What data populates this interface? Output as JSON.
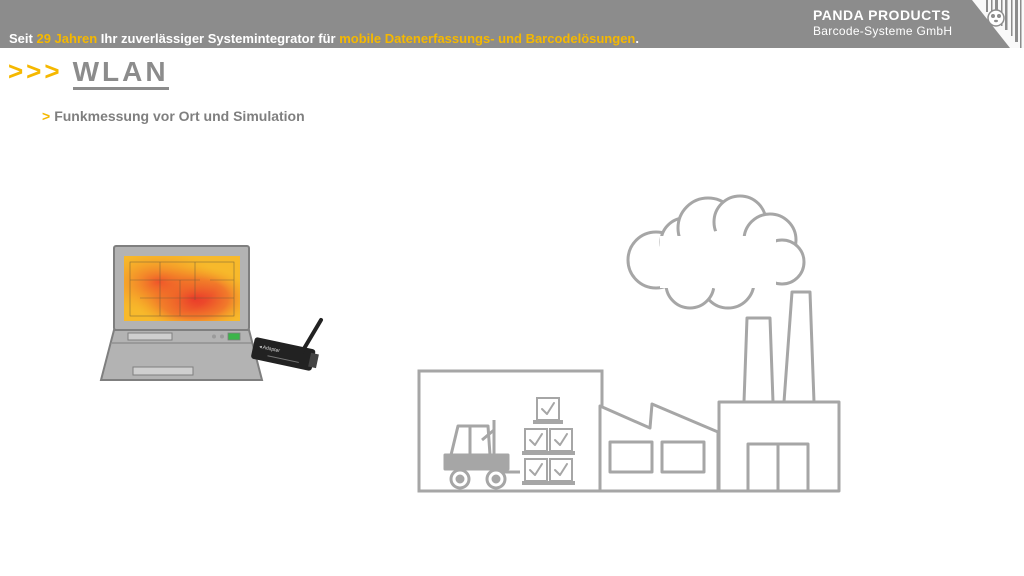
{
  "header": {
    "tagline": [
      {
        "text": "Seit ",
        "highlight": false
      },
      {
        "text": "29 Jahren",
        "highlight": true
      },
      {
        "text": " Ihr zuverlässiger Systemintegrator für ",
        "highlight": false
      },
      {
        "text": "mobile Datenerfassungs- und Barcodelösungen",
        "highlight": true
      },
      {
        "text": ".",
        "highlight": false
      }
    ],
    "brand_name": "PANDA PRODUCTS",
    "brand_sub": "Barcode-Systeme GmbH"
  },
  "title": {
    "arrows": ">>>",
    "text": "WLAN"
  },
  "subtitle": {
    "marker": ">",
    "text": "Funkmessung vor Ort und Simulation"
  },
  "colors": {
    "header_bg": "#8c8c8c",
    "accent": "#f5b800",
    "line_gray": "#a6a6a6",
    "text_gray": "#7f7f7f"
  },
  "icons": [
    "panda-logo-icon",
    "laptop-icon",
    "wifi-adapter-icon",
    "warehouse-icon",
    "forklift-icon",
    "checked-box-icon",
    "factory-icon",
    "cloud-icon"
  ]
}
